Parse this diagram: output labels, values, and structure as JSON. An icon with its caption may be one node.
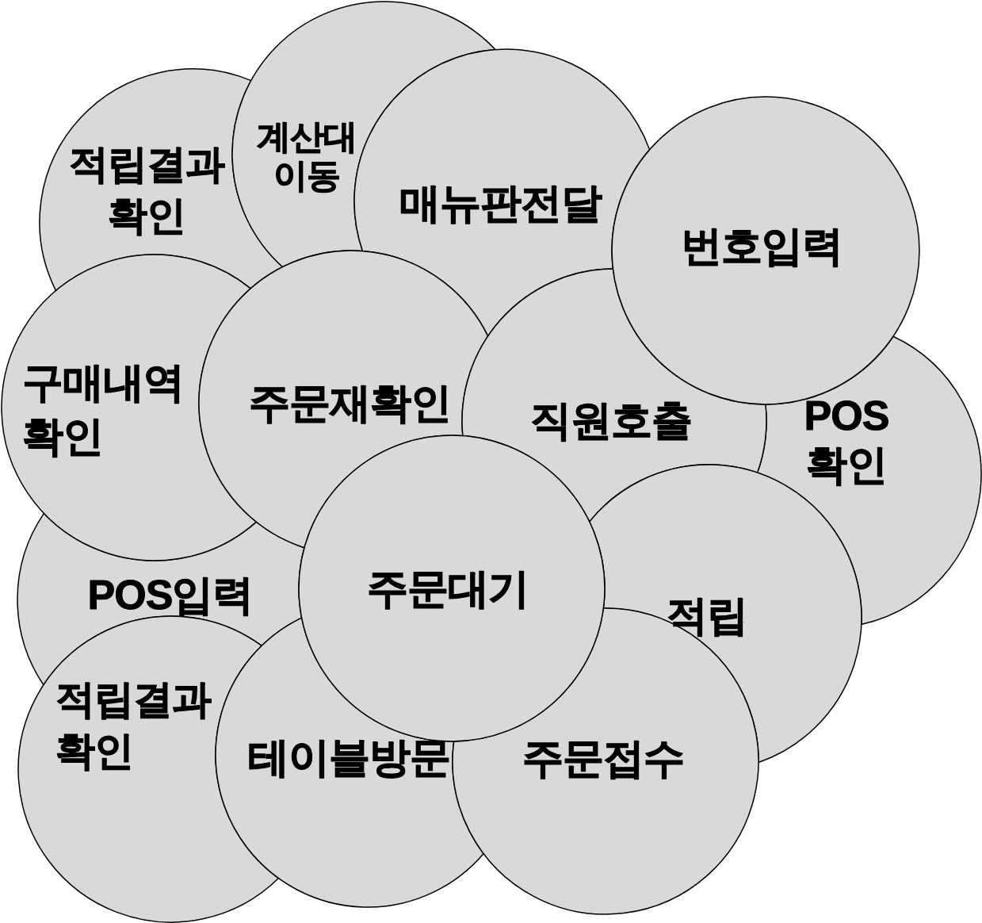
{
  "diagram": {
    "nodes": [
      {
        "text": [
          "적립결과 확인"
        ]
      },
      {
        "text": [
          "계산대 이동"
        ]
      },
      {
        "text": [
          "매뉴판전달"
        ]
      },
      {
        "text": [
          "번호입력"
        ]
      },
      {
        "text": [
          "구매내역 확인"
        ]
      },
      {
        "text": [
          "주문재확인"
        ]
      },
      {
        "text": [
          "직원호출"
        ]
      },
      {
        "text": [
          "POS 확인"
        ]
      },
      {
        "text": [
          "POS입력"
        ]
      },
      {
        "text": [
          "주문대기"
        ]
      },
      {
        "text": [
          "적립"
        ]
      },
      {
        "text": [
          "적립결과 확인"
        ]
      },
      {
        "text": [
          "테이블방문"
        ]
      },
      {
        "text": [
          "주문접수"
        ]
      }
    ]
  }
}
